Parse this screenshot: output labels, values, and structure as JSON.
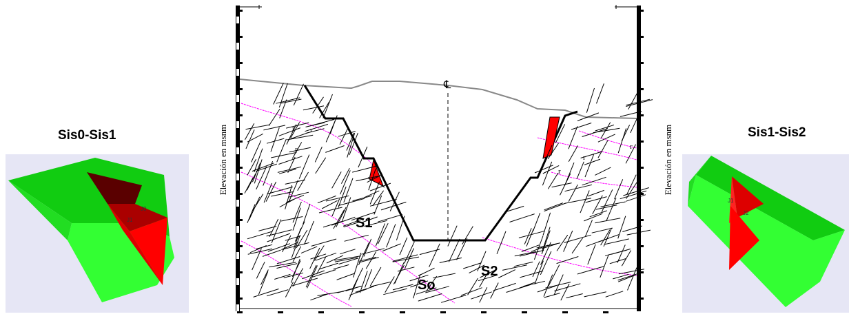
{
  "left": {
    "title": "Sis0-Sis1",
    "annotations": [
      "J0",
      "J1"
    ]
  },
  "right": {
    "title": "Sis1-Sis2",
    "annotations": [
      "J1",
      "J2"
    ]
  },
  "section": {
    "axis_label_left": "Elevación en msnm",
    "axis_label_right": "Elevación en msnm",
    "centerline_symbol": "℄",
    "zones": {
      "s1": "S1",
      "s2": "S2",
      "so": "So"
    },
    "marks": [
      "r",
      "r",
      "r",
      "r",
      "r",
      "r"
    ]
  },
  "colors": {
    "green_light": "#33ff33",
    "green_dark": "#11cc11",
    "red": "#ff0000",
    "red_dark": "#aa0000",
    "panel_bg": "#e6e6f5",
    "magenta": "#ff00ff",
    "ground": "#888888"
  }
}
